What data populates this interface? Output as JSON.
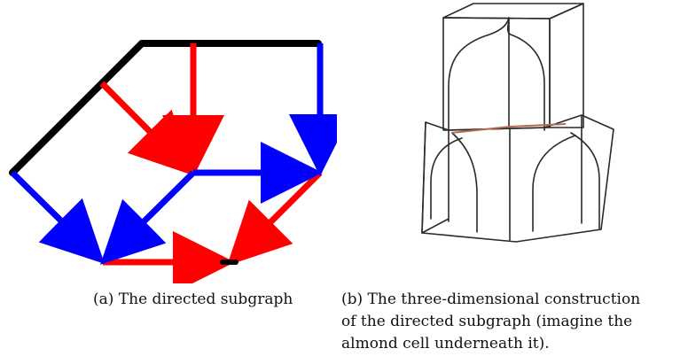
{
  "figure": {
    "subfigure_a": {
      "caption": "(a) The directed subgraph",
      "colors": {
        "black": "#000000",
        "red": "#ff0000",
        "blue": "#0000ff"
      }
    },
    "subfigure_b": {
      "caption_lines": [
        "(b) The three-dimensional construction",
        "of the directed subgraph (imagine the",
        "almond cell underneath it)."
      ],
      "line_color": "#2a2a2a",
      "seam_color": "#b56a4f"
    }
  }
}
